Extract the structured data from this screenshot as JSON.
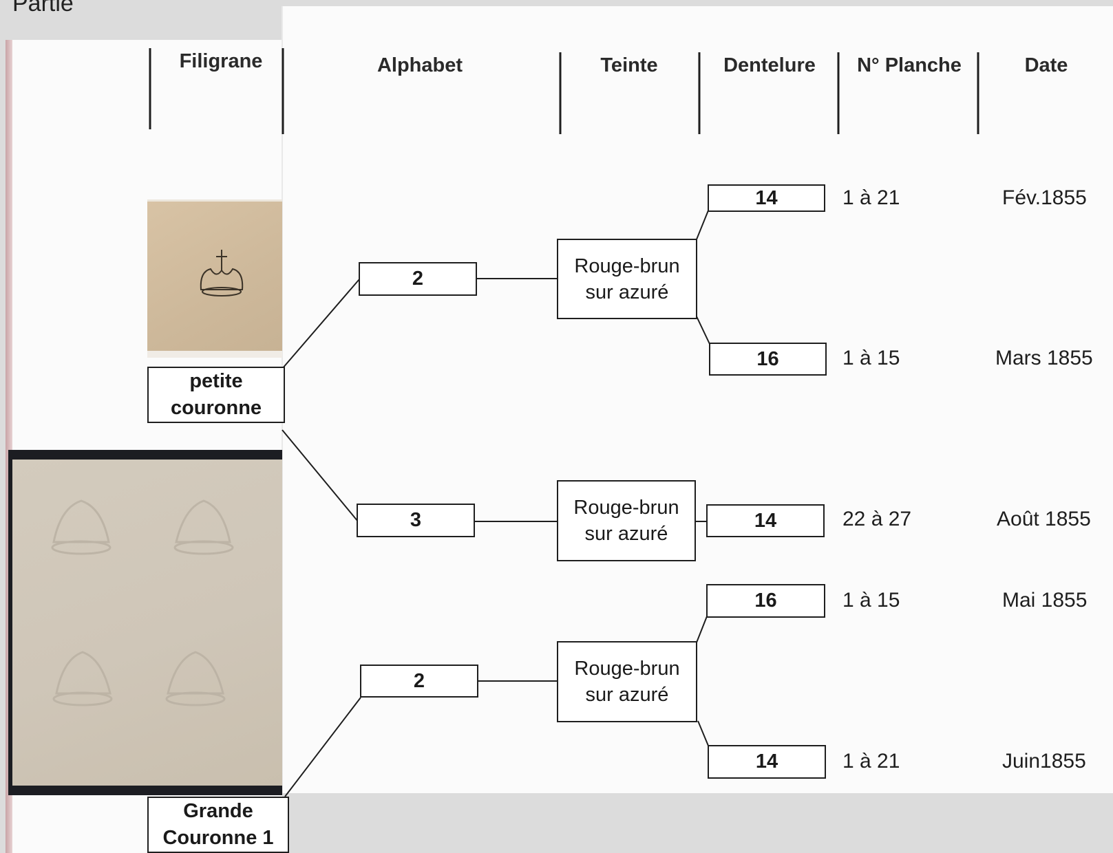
{
  "partie_label": "Partie",
  "headers": {
    "filigrane": "Filigrane",
    "alphabet": "Alphabet",
    "teinte": "Teinte",
    "dentelure": "Dentelure",
    "planche": "N° Planche",
    "date": "Date"
  },
  "watermarks": {
    "petite": [
      "petite",
      "couronne"
    ],
    "grande": [
      "Grande",
      "Couronne 1"
    ]
  },
  "alphabet_boxes": [
    "2",
    "3",
    "2"
  ],
  "teinte_boxes": [
    [
      "Rouge-brun",
      "sur azuré"
    ],
    [
      "Rouge-brun",
      "sur azuré"
    ],
    [
      "Rouge-brun",
      "sur azuré"
    ]
  ],
  "rows": [
    {
      "dentelure": "14",
      "planche": "1 à 21",
      "date": "Fév.1855"
    },
    {
      "dentelure": "16",
      "planche": "1 à 15",
      "date": "Mars 1855"
    },
    {
      "dentelure": "14",
      "planche": "22 à 27",
      "date": "Août 1855"
    },
    {
      "dentelure": "16",
      "planche": "1 à 15",
      "date": "Mai 1855"
    },
    {
      "dentelure": "14",
      "planche": "1 à 21",
      "date": "Juin1855"
    }
  ],
  "colors": {
    "backdrop": "#dcdcdc",
    "paper": "#fbfbfb",
    "ink": "#1e1e1e",
    "stamp_small": "#d3bfa2",
    "stamp_large": "#cfc6b8",
    "stamp_frame": "#1c1d22"
  }
}
